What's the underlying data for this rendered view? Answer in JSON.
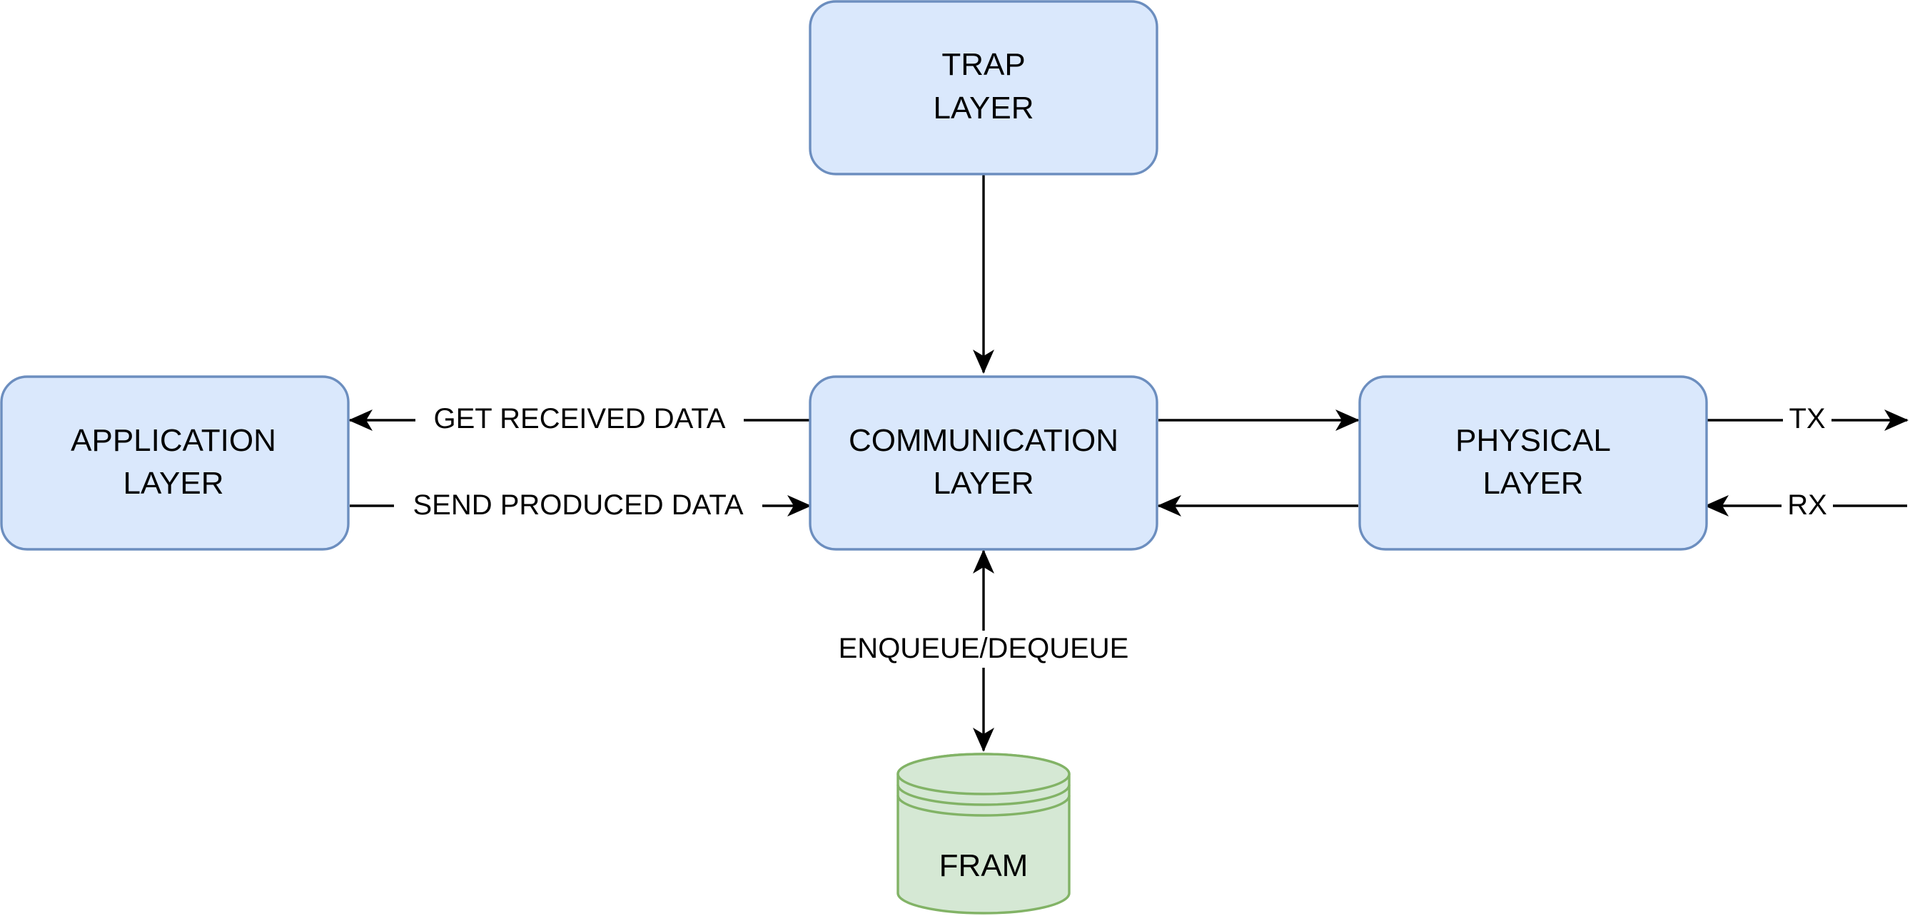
{
  "nodes": {
    "trap": {
      "line1": "TRAP",
      "line2": "LAYER"
    },
    "application": {
      "line1": "APPLICATION",
      "line2": "LAYER"
    },
    "communication": {
      "line1": "COMMUNICATION",
      "line2": "LAYER"
    },
    "physical": {
      "line1": "PHYSICAL",
      "line2": "LAYER"
    },
    "fram": {
      "label": "FRAM"
    }
  },
  "edges": {
    "get_received": "GET RECEIVED DATA",
    "send_produced": "SEND PRODUCED DATA",
    "enqueue_dequeue": "ENQUEUE/DEQUEUE",
    "tx": "TX",
    "rx": "RX"
  },
  "colors": {
    "layer_fill": "#dae8fc",
    "layer_stroke": "#6c8ebf",
    "fram_fill": "#d5e8d4",
    "fram_stroke": "#82b366",
    "edge": "#000000"
  }
}
